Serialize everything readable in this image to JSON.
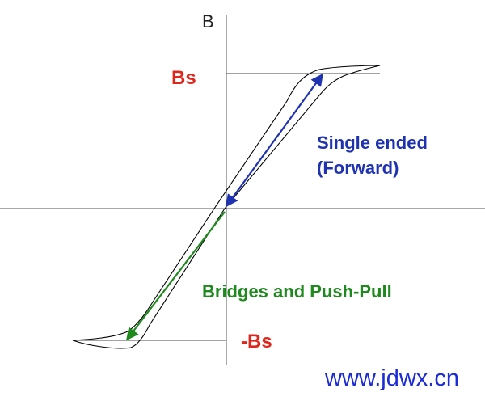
{
  "axis": {
    "y_label": "B"
  },
  "labels": {
    "saturation_pos": "Bs",
    "saturation_neg": "-Bs",
    "single_ended_line1": "Single ended",
    "single_ended_line2": "(Forward)",
    "bridges": "Bridges and Push-Pull"
  },
  "watermark": "www.jdwx.cn",
  "colors": {
    "saturation_text": "#e0251b",
    "single_ended": "#1f33b0",
    "bridges": "#1e8a1e",
    "watermark": "#1b2bd6",
    "curve": "#000000",
    "axis": "#555555"
  }
}
